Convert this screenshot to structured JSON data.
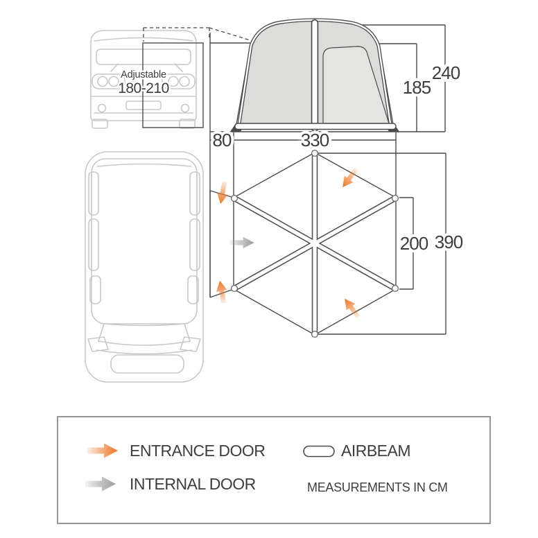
{
  "diagram_title": "drive-away-awning-dimension-diagram",
  "van": {
    "connection_label_line1": "Adjustable",
    "connection_label_line2": "180-210"
  },
  "elevation": {
    "peak_height": "240",
    "door_height": "185",
    "tunnel_depth": "80",
    "awning_width": "330"
  },
  "floorplan": {
    "inner_width": "200",
    "total_depth": "390"
  },
  "legend": {
    "entrance_door_label": "ENTRANCE DOOR",
    "internal_door_label": "INTERNAL DOOR",
    "airbeam_label": "AIRBEAM",
    "measurements_note": "MEASUREMENTS IN CM"
  },
  "colors": {
    "accent_orange": "#ee7623",
    "arrow_gray": "#9c9c9c",
    "line_dark": "#4a4a4a",
    "van_light_gray": "#c8c8c8",
    "tent_fill": "#dcdcda",
    "door_fill": "#e4e4e2",
    "text_color": "#3d3d3d"
  }
}
